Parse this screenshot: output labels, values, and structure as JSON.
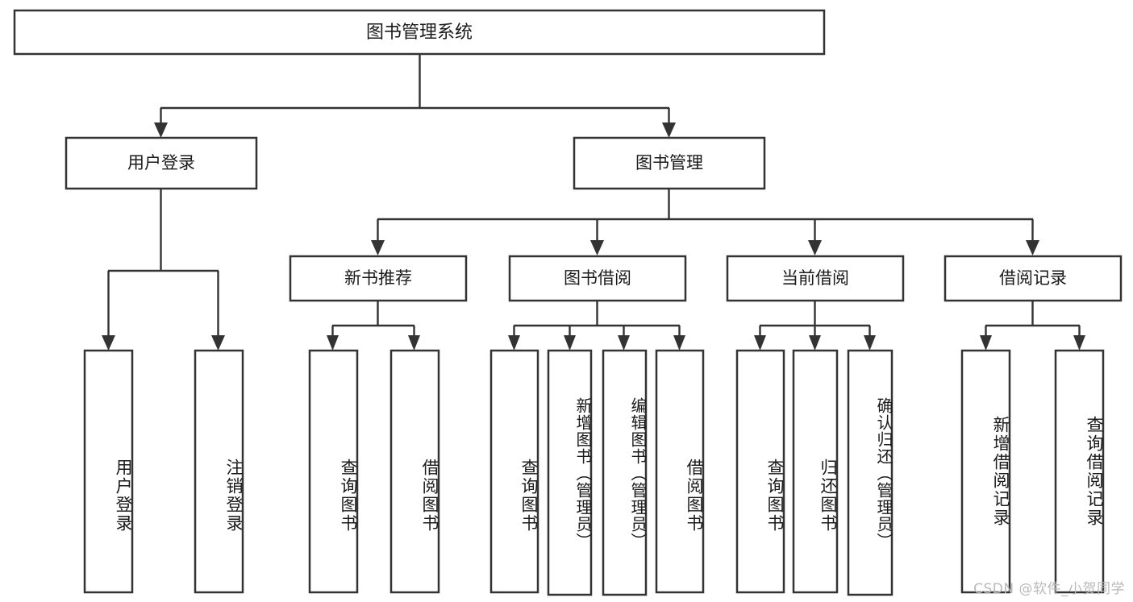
{
  "diagram": {
    "title": "图书管理系统",
    "watermark": "CSDN @软件_小贺同学",
    "line_color": "#333333",
    "box_fill": "#ffffff",
    "text_color": "#1a1a1a",
    "watermark_color": "#b9b9b9"
  },
  "nodes": {
    "root": {
      "label": "图书管理系统"
    },
    "level2": [
      {
        "label": "用户登录"
      },
      {
        "label": "图书管理"
      }
    ],
    "level3": [
      {
        "label": "新书推荐"
      },
      {
        "label": "图书借阅"
      },
      {
        "label": "当前借阅"
      },
      {
        "label": "借阅记录"
      }
    ],
    "leaves": {
      "user_login": [
        {
          "label": "用户登录"
        },
        {
          "label": "注销登录"
        }
      ],
      "new_book": [
        {
          "label": "查询图书"
        },
        {
          "label": "借阅图书"
        }
      ],
      "book_borrow": [
        {
          "label": "查询图书"
        },
        {
          "label": "新增图书（管理员）"
        },
        {
          "label": "编辑图书（管理员）"
        },
        {
          "label": "借阅图书"
        }
      ],
      "current_borrow": [
        {
          "label": "查询图书"
        },
        {
          "label": "归还图书"
        },
        {
          "label": "确认归还（管理员）"
        }
      ],
      "borrow_record": [
        {
          "label": "新增借阅记录"
        },
        {
          "label": "查询借阅记录"
        }
      ]
    }
  },
  "chart_data": {
    "type": "diagram",
    "title": "图书管理系统",
    "structure": "tree",
    "tree": {
      "name": "图书管理系统",
      "children": [
        {
          "name": "用户登录",
          "children": [
            {
              "name": "用户登录"
            },
            {
              "name": "注销登录"
            }
          ]
        },
        {
          "name": "图书管理",
          "children": [
            {
              "name": "新书推荐",
              "children": [
                {
                  "name": "查询图书"
                },
                {
                  "name": "借阅图书"
                }
              ]
            },
            {
              "name": "图书借阅",
              "children": [
                {
                  "name": "查询图书"
                },
                {
                  "name": "新增图书（管理员）"
                },
                {
                  "name": "编辑图书（管理员）"
                },
                {
                  "name": "借阅图书"
                }
              ]
            },
            {
              "name": "当前借阅",
              "children": [
                {
                  "name": "查询图书"
                },
                {
                  "name": "归还图书"
                },
                {
                  "name": "确认归还（管理员）"
                }
              ]
            },
            {
              "name": "借阅记录",
              "children": [
                {
                  "name": "新增借阅记录"
                },
                {
                  "name": "查询借阅记录"
                }
              ]
            }
          ]
        }
      ]
    }
  }
}
